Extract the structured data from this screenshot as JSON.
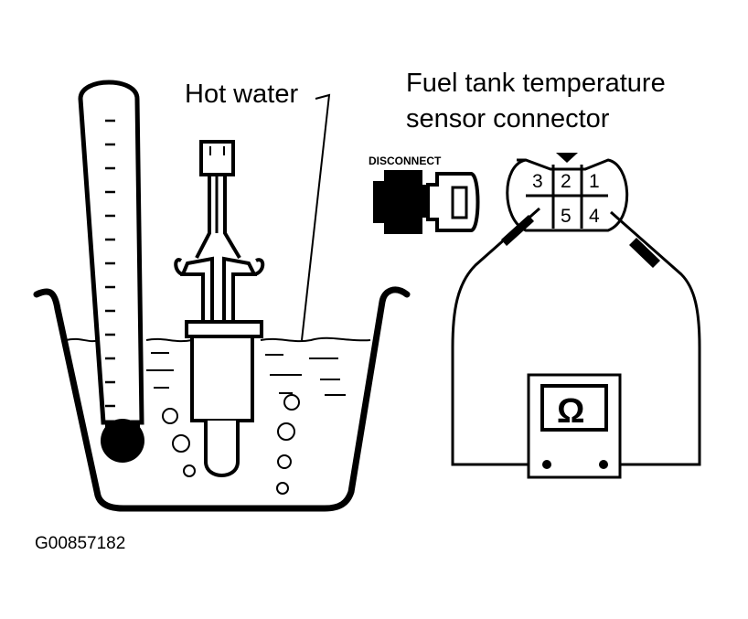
{
  "labels": {
    "hot_water": "Hot water",
    "connector_title_line1": "Fuel tank temperature",
    "connector_title_line2": "sensor connector",
    "disconnect": "DISCONNECT",
    "figure_code": "G00857182",
    "ohm_symbol": "Ω"
  },
  "connector_pins": {
    "top_row": [
      "3",
      "2",
      "1"
    ],
    "bottom_row": [
      "5",
      "4"
    ]
  }
}
